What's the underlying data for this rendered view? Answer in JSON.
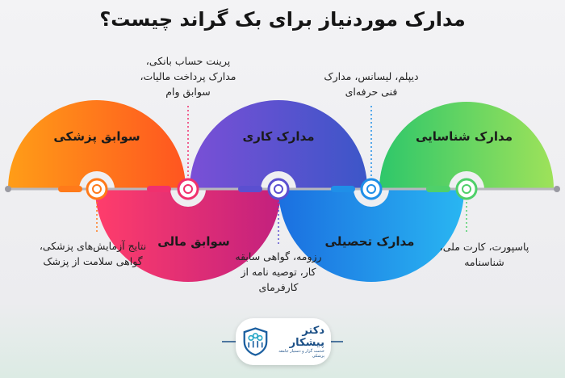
{
  "title": "مدارک موردنیاز برای بک گراند چیست؟",
  "categories": [
    {
      "label": "سوابق پزشکی",
      "desc": "نتایج آزمایش‌های پزشکی، گواهی سلامت از پزشک",
      "color": "#ff7a1a"
    },
    {
      "label": "سوابق مالی",
      "desc": "پرینت حساب بانکی، مدارک پرداخت مالیات، سوابق وام",
      "color": "#f0306e"
    },
    {
      "label": "مدارک کاری",
      "desc": "رزومه، گواهی سابقه کار، توصیه نامه از کارفرمای",
      "color": "#5b4fd0"
    },
    {
      "label": "مدارک تحصیلی",
      "desc": "دیپلم، لیسانس، مدارک فنی حرفه‌ای",
      "color": "#1f8fe8"
    },
    {
      "label": "مدارک شناسایی",
      "desc": "پاسپورت، کارت ملی، شناسنامه",
      "color": "#4fd06a"
    }
  ],
  "logo": {
    "name": "دکتر پیشکار",
    "tagline": "خدمت گزار و دستیار جامعه پزشکی"
  }
}
